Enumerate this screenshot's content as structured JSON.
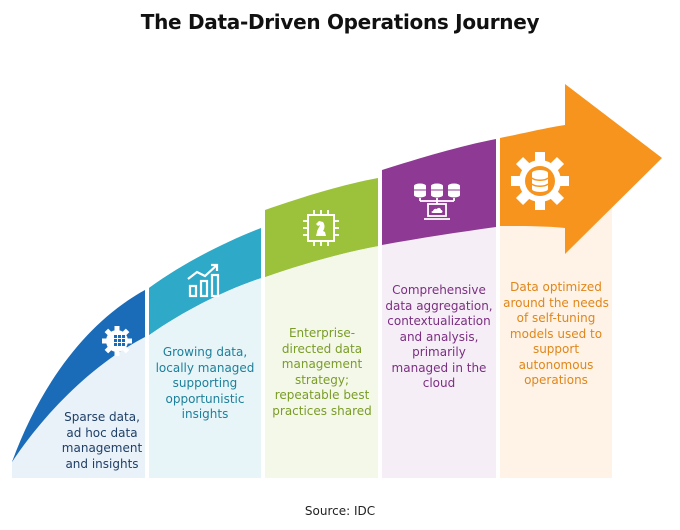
{
  "title": "The Data-Driven Operations Journey",
  "source": "Source: IDC",
  "colors": {
    "blue": "#1a6bb8",
    "teal": "#2ea9c8",
    "green": "#9cc23b",
    "purple": "#8e3a94",
    "orange": "#f7941d"
  },
  "stages": [
    {
      "color": "#1a6bb8",
      "icon": "gear-data-icon",
      "text_color": "#1f3f66",
      "text": "Sparse data, ad hoc data management and insights"
    },
    {
      "color": "#2ea9c8",
      "icon": "growth-chart-icon",
      "text_color": "#1d7f9a",
      "text": "Growing data, locally managed supporting opportunistic insights"
    },
    {
      "color": "#9cc23b",
      "icon": "chip-strategy-icon",
      "text_color": "#7a9c28",
      "text": "Enterprise-directed data management strategy; repeatable best practices shared"
    },
    {
      "color": "#8e3a94",
      "icon": "database-cloud-icon",
      "text_color": "#7a2f80",
      "text": "Comprehensive data aggregation, contextualization and analysis, primarily managed in the cloud"
    },
    {
      "color": "#f7941d",
      "icon": "gear-database-icon",
      "text_color": "#e0861a",
      "text": "Data optimized around the needs of self-tuning models used to support autonomous operations"
    }
  ]
}
